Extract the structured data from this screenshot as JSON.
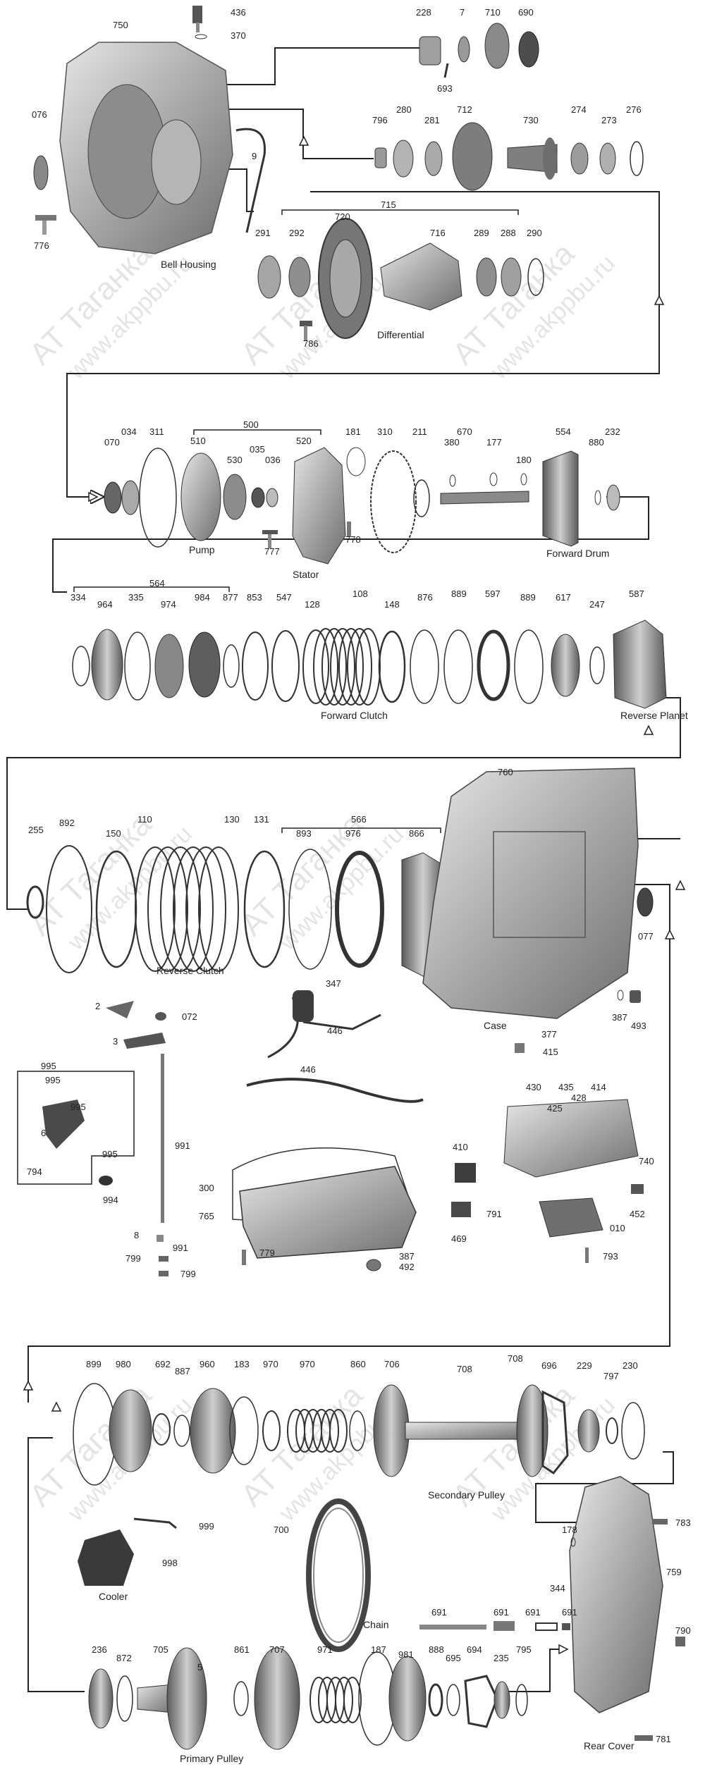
{
  "diagram": {
    "watermarks": [
      "AT Таганка",
      "www.akppbu.ru"
    ],
    "section_labels": {
      "bell_housing": "Bell Housing",
      "differential": "Differential",
      "pump": "Pump",
      "stator": "Stator",
      "forward_drum": "Forward Drum",
      "forward_clutch": "Forward Clutch",
      "reverse_planet": "Reverse Planet",
      "reverse_clutch": "Reverse Clutch",
      "case": "Case",
      "secondary_pulley": "Secondary Pulley",
      "cooler": "Cooler",
      "chain": "Chain",
      "rear_cover": "Rear Cover",
      "primary_pulley": "Primary Pulley"
    },
    "part_numbers": {
      "row1": [
        "750",
        "436",
        "370",
        "228",
        "7",
        "710",
        "690",
        "693",
        "076",
        "9",
        "776",
        "796",
        "280",
        "281",
        "712",
        "730",
        "274",
        "273",
        "276"
      ],
      "row2": [
        "715",
        "720",
        "716",
        "291",
        "292",
        "289",
        "288",
        "290",
        "786"
      ],
      "row3": [
        "070",
        "034",
        "311",
        "500",
        "510",
        "530",
        "035",
        "036",
        "520",
        "181",
        "310",
        "211",
        "670",
        "380",
        "177",
        "180",
        "554",
        "880",
        "232",
        "777",
        "778"
      ],
      "row4": [
        "564",
        "334",
        "964",
        "335",
        "974",
        "984",
        "877",
        "853",
        "547",
        "128",
        "108",
        "148",
        "876",
        "889",
        "597",
        "889",
        "617",
        "247",
        "587"
      ],
      "row5": [
        "760",
        "566",
        "255",
        "892",
        "150",
        "110",
        "130",
        "131",
        "893",
        "976",
        "866",
        "077",
        "387",
        "493",
        "377",
        "415"
      ],
      "row6": [
        "2",
        "072",
        "3",
        "347",
        "446",
        "995",
        "995",
        "995",
        "6",
        "995",
        "991",
        "794",
        "994",
        "446",
        "430",
        "435",
        "428",
        "414",
        "425",
        "410",
        "740",
        "300",
        "765",
        "791",
        "452",
        "469",
        "010",
        "8",
        "991",
        "799",
        "779",
        "387",
        "492",
        "793",
        "799"
      ],
      "row7": [
        "899",
        "980",
        "692",
        "887",
        "960",
        "183",
        "970",
        "970",
        "860",
        "706",
        "708",
        "708",
        "696",
        "229",
        "797",
        "230",
        "999",
        "700",
        "178",
        "783",
        "998",
        "759",
        "691",
        "691",
        "691",
        "691",
        "344",
        "790"
      ],
      "row8": [
        "236",
        "872",
        "705",
        "5",
        "861",
        "707",
        "971",
        "187",
        "981",
        "888",
        "695",
        "694",
        "235",
        "795",
        "781"
      ]
    }
  }
}
